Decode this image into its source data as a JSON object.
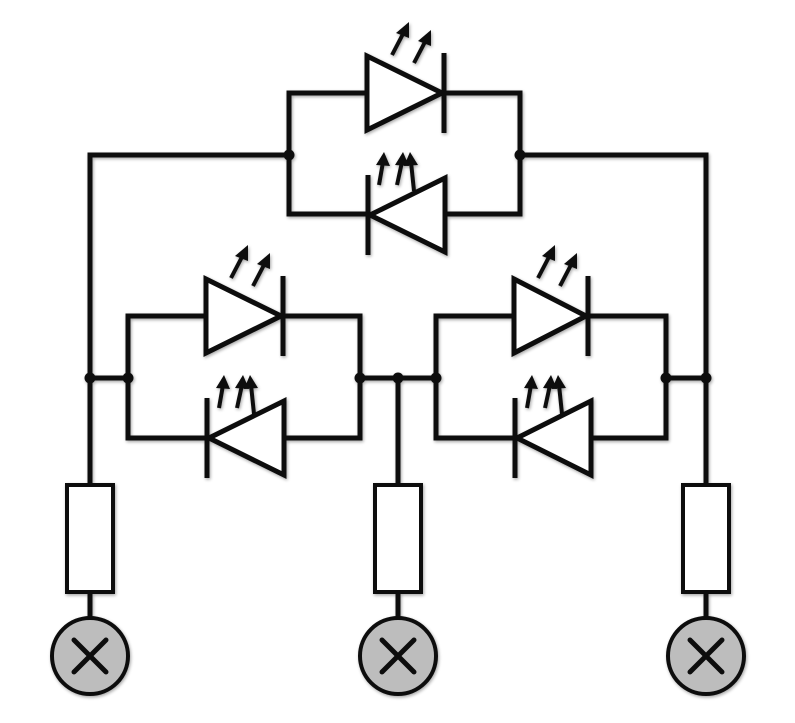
{
  "diagram": {
    "type": "led-charlieplex-circuit",
    "colors": {
      "wire": "#111111",
      "background": "#ffffff",
      "terminal_fill": "#bdbdbd"
    },
    "leds": [
      {
        "name": "led-top-forward",
        "pair": "top",
        "direction": "right"
      },
      {
        "name": "led-top-reverse",
        "pair": "top",
        "direction": "left"
      },
      {
        "name": "led-left-forward",
        "pair": "left",
        "direction": "right"
      },
      {
        "name": "led-left-reverse",
        "pair": "left",
        "direction": "left"
      },
      {
        "name": "led-right-forward",
        "pair": "right",
        "direction": "right"
      },
      {
        "name": "led-right-reverse",
        "pair": "right",
        "direction": "left"
      }
    ],
    "resistors": [
      "resistor-left",
      "resistor-center",
      "resistor-right"
    ],
    "terminals": [
      "terminal-left",
      "terminal-center",
      "terminal-right"
    ],
    "terminal_symbol": "x-in-circle"
  }
}
